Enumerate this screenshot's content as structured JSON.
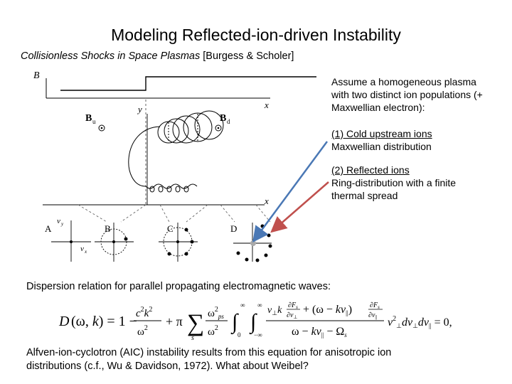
{
  "slide": {
    "title": "Modeling Reflected-ion-driven Instability",
    "reference": {
      "italic": "Collisionless Shocks in Space Plasmas",
      "authors": " [Burgess & Scholer]"
    },
    "assumption": {
      "lines": [
        "Assume a homogeneous plasma",
        "with two distinct ion populations (+",
        "Maxwellian electron):"
      ],
      "population_1": {
        "heading": "(1) Cold upstream ions",
        "lines": [
          "Maxwellian distribution"
        ]
      },
      "population_2": {
        "heading": "(2) Reflected ions",
        "lines": [
          "Ring-distribution with a finite",
          "thermal spread"
        ]
      }
    },
    "dispersion_label": "Dispersion relation for parallel propagating electromagnetic waves:",
    "conclusion": [
      "Alfven-ion-cyclotron (AIC) instability results from this equation for anisotropic ion",
      "distributions (c.f., Wu & Davidson, 1972). What about Weibel?"
    ]
  },
  "figure": {
    "axis_B": "B",
    "axis_x": "x",
    "axis_y": "y",
    "label_Bu": "B",
    "label_Bu_sub": "u",
    "label_Bd": "B",
    "label_Bd_sub": "d",
    "axis_vy": "v",
    "axis_vy_sub": "y",
    "axis_vx": "v",
    "axis_vx_sub": "x",
    "panels": [
      "A",
      "B",
      "C",
      "D"
    ]
  },
  "arrows": {
    "blue_color": "#4a78b5",
    "red_color": "#c0504d"
  }
}
